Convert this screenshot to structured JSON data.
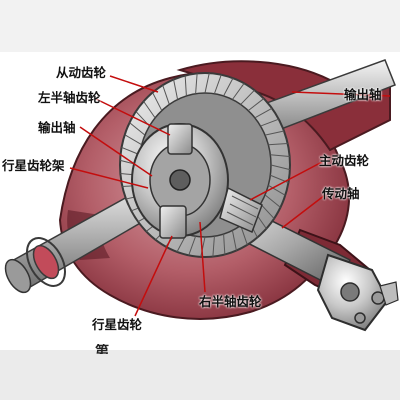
{
  "labels": {
    "driven_gear": "从动齿轮",
    "left_half_shaft_gear": "左半轴齿轮",
    "output_shaft_left": "输出轴",
    "planet_gear_carrier": "行星齿轮架",
    "output_shaft_right": "输出轴",
    "drive_gear": "主动齿轮",
    "drive_shaft": "传动轴",
    "right_half_shaft_gear": "右半轴齿轮",
    "planet_gear": "行星齿轮"
  },
  "caption_fragment": "第"
}
